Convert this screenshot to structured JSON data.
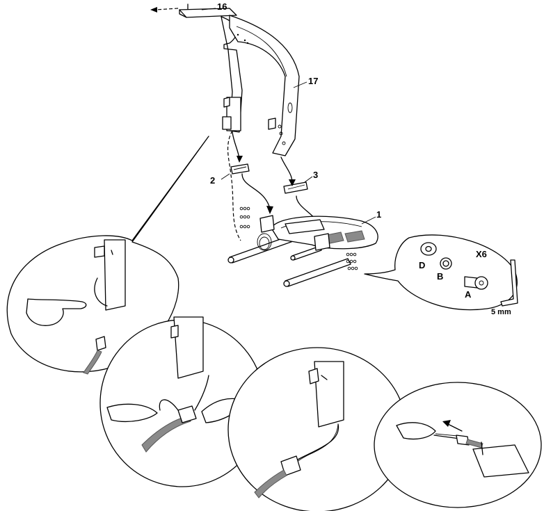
{
  "labels": {
    "part_16": "16",
    "part_17": "17",
    "part_2": "2",
    "part_3": "3",
    "part_1": "1",
    "quantity": "X6",
    "part_d": "D",
    "part_b": "B",
    "part_a": "A",
    "tool_size": "5 mm"
  }
}
